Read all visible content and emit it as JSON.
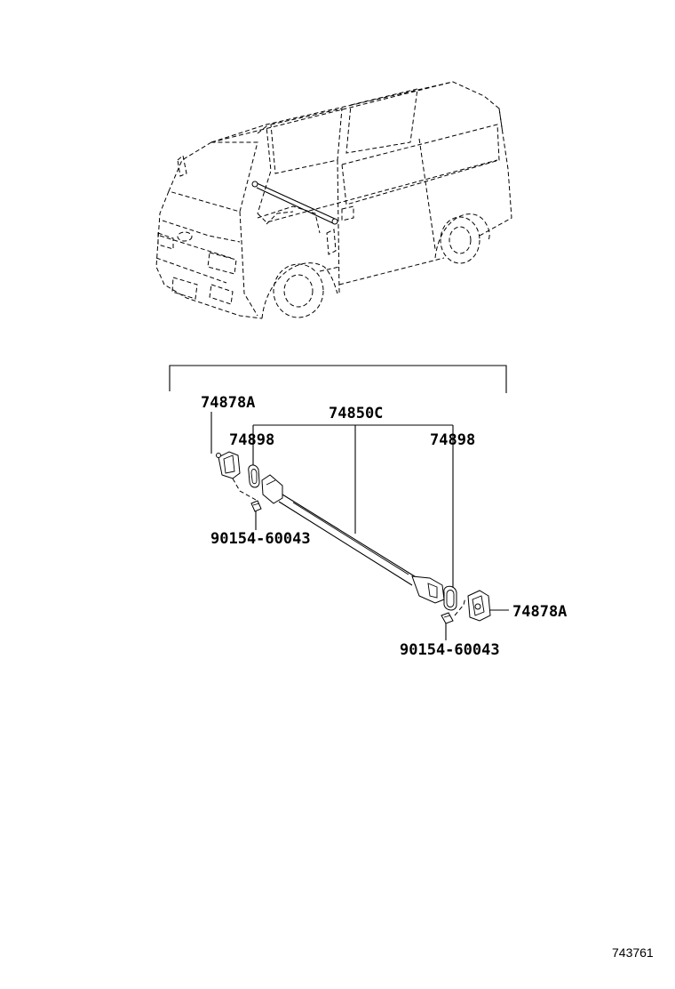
{
  "labels": {
    "part_74878A_left": "74878A",
    "part_74850C": "74850C",
    "part_74898_left": "74898",
    "part_74898_right": "74898",
    "part_90154_left": "90154-60043",
    "part_90154_right": "90154-60043",
    "part_74878A_right": "74878A"
  },
  "figure_id": "743761"
}
